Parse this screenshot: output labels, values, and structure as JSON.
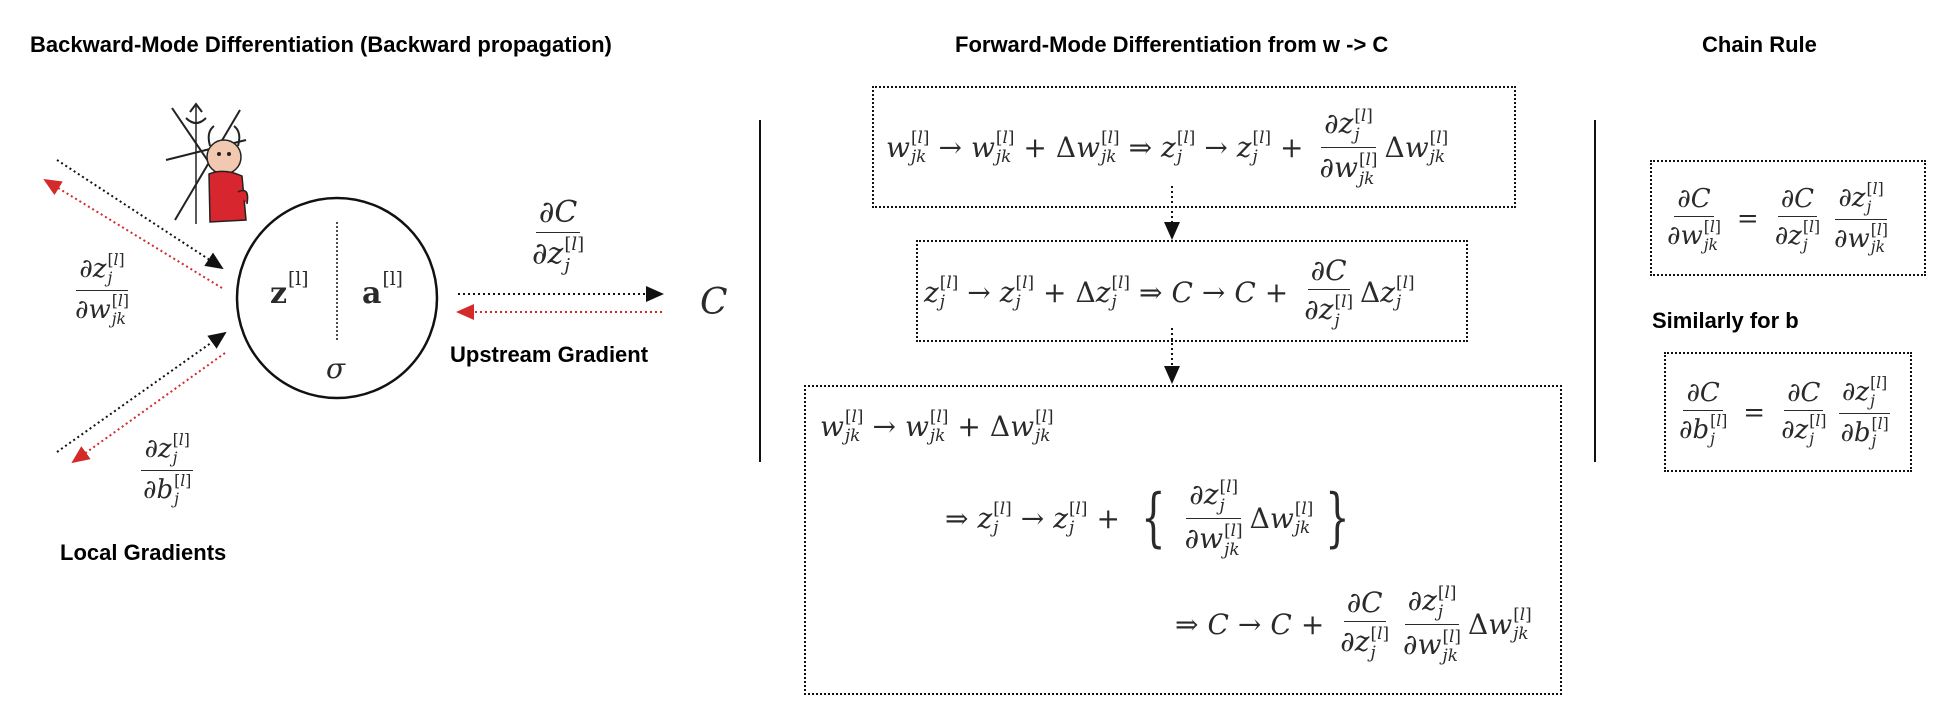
{
  "headings": {
    "backward": "Backward-Mode Differentiation (Backward propagation)",
    "forward": "Forward-Mode Differentiation from w -> C",
    "chain_rule": "Chain Rule"
  },
  "labels": {
    "upstream": "Upstream Gradient",
    "local": "Local Gradients",
    "similarly": "Similarly for b"
  },
  "neuron": {
    "z": "z",
    "a": "a",
    "layer": "[l]",
    "sigma": "σ"
  },
  "symbols": {
    "cost": "C"
  },
  "colors": {
    "forward_arrow": "#111111",
    "backward_arrow": "#d32a2a"
  }
}
